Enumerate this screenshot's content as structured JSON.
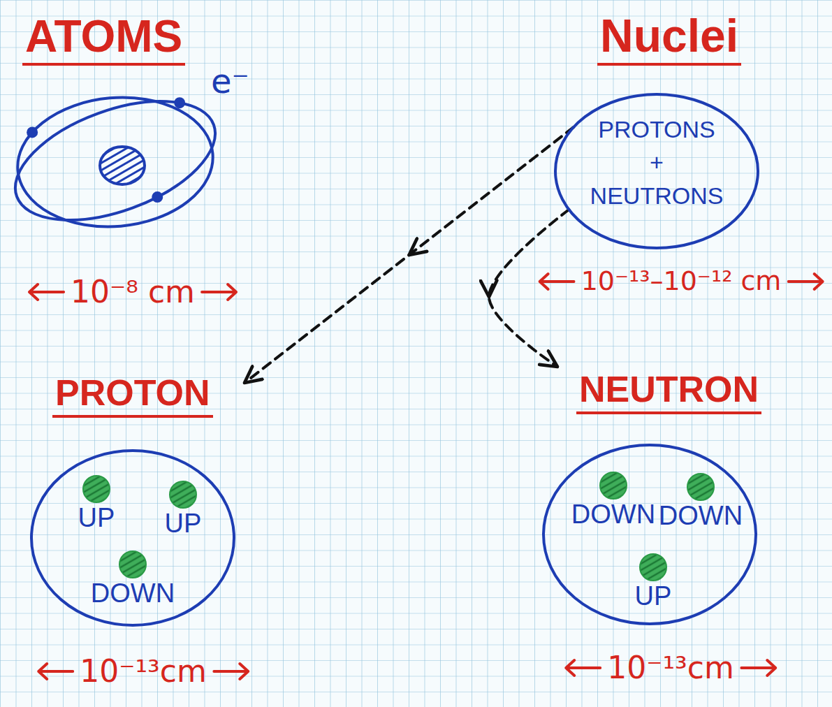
{
  "diagram": {
    "nodes": [
      {
        "text": [
          "ATOMS"
        ]
      },
      {
        "text": [
          "Nuclei",
          "PROTONS",
          "+",
          "NEUTRONS"
        ]
      },
      {
        "text": [
          "PROTON"
        ]
      },
      {
        "text": [
          "UP"
        ],
        "in": 2
      },
      {
        "text": [
          "UP"
        ],
        "in": 2
      },
      {
        "text": [
          "DOWN"
        ],
        "in": 2
      },
      {
        "text": [
          "NEUTRON"
        ]
      },
      {
        "text": [
          "DOWN"
        ],
        "in": 6
      },
      {
        "text": [
          "DOWN"
        ],
        "in": 6
      },
      {
        "text": [
          "UP"
        ],
        "in": 6
      }
    ],
    "edges": [
      {
        "from": 1,
        "to": 2,
        "arrow": "to"
      },
      {
        "from": 1,
        "to": 6,
        "arrow": "to"
      }
    ],
    "labels": [
      "e⁻",
      "10⁻⁸ cm",
      "10⁻¹³–10⁻¹² cm",
      "10⁻¹³cm",
      "10⁻¹³cm"
    ]
  }
}
